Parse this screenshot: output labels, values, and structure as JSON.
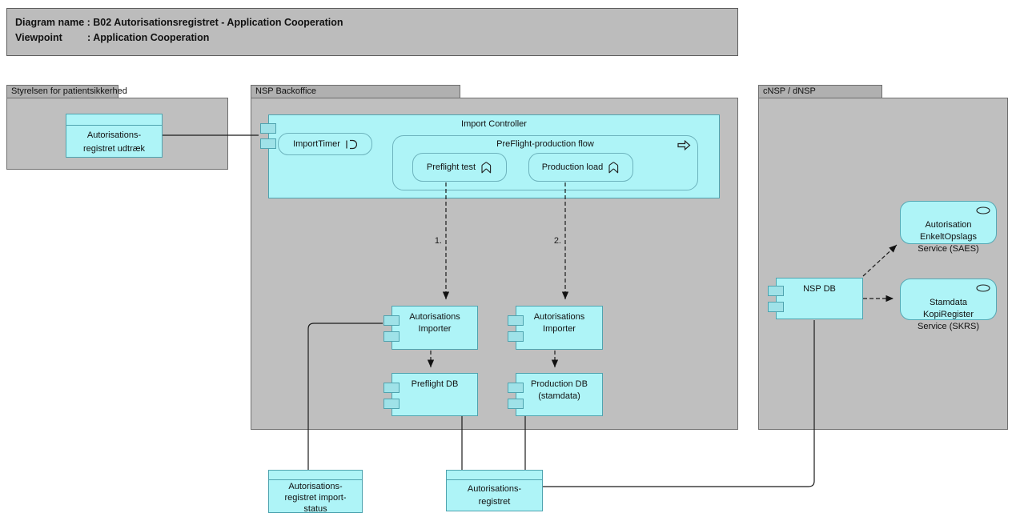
{
  "title_block": {
    "line1": "Diagram name : B02 Autorisationsregistret - Application Cooperation",
    "line2": "Viewpoint         : Application Cooperation"
  },
  "groups": {
    "styrelsen": {
      "label": "Styrelsen for patientsikkerhed"
    },
    "backoffice": {
      "label": "NSP Backoffice"
    },
    "cnsp": {
      "label": "cNSP / dNSP"
    }
  },
  "nodes": {
    "udtraek": {
      "label": "Autorisations-\nregistret udtræk"
    },
    "import_controller": {
      "label": "Import Controller"
    },
    "import_timer": {
      "label": "ImportTimer"
    },
    "flow": {
      "label": "PreFlight-production flow"
    },
    "preflight_test": {
      "label": "Preflight test"
    },
    "production_load": {
      "label": "Production load"
    },
    "importer1": {
      "label": "Autorisations\nImporter"
    },
    "importer2": {
      "label": "Autorisations\nImporter"
    },
    "preflight_db": {
      "label": "Preflight DB"
    },
    "production_db": {
      "label": "Production DB\n(stamdata)"
    },
    "nsp_db": {
      "label": "NSP DB"
    },
    "saes": {
      "label": "Autorisation\nEnkeltOpslags\nService (SAES)"
    },
    "skrs": {
      "label": "Stamdata\nKopiRegister\nService (SKRS)"
    },
    "import_status": {
      "label": "Autorisations-\nregistret import-\nstatus"
    },
    "aut_registret": {
      "label": "Autorisations-\nregistret"
    }
  },
  "edge_labels": {
    "step1": "1.",
    "step2": "2."
  },
  "icons": {
    "timer": "event-icon",
    "flow": "process-arrow-icon",
    "function": "function-icon",
    "service": "service-ellipse-icon",
    "component": "component-tab-icon"
  },
  "colors": {
    "element_fill": "#AEF4F7",
    "element_border": "#4FA3AF",
    "group_fill": "#BFBFBF",
    "group_tab_fill": "#B0B0B0",
    "group_border": "#6F6F6F",
    "title_fill": "#BCBCBC",
    "line": "#1A1A1A"
  }
}
